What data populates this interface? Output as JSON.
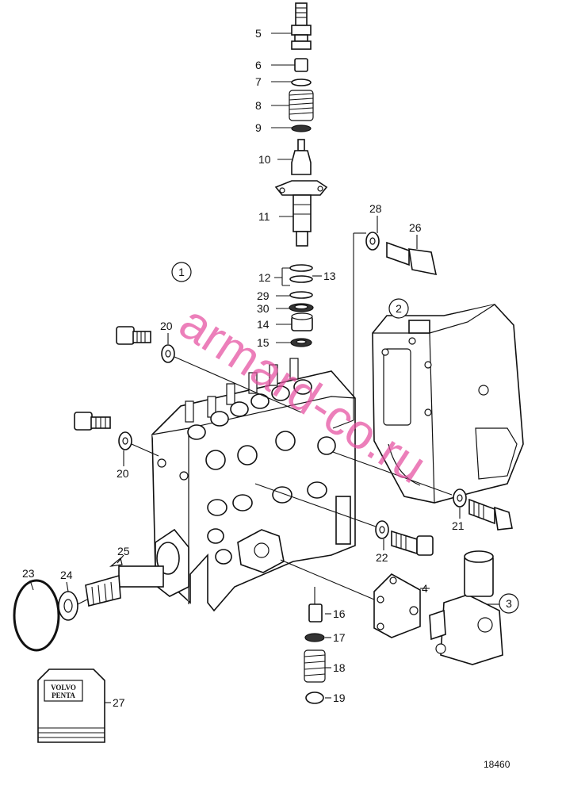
{
  "labels": {
    "p1": "1",
    "p2": "2",
    "p3": "3",
    "p4": "4",
    "p5": "5",
    "p6": "6",
    "p7": "7",
    "p8": "8",
    "p9": "9",
    "p10": "10",
    "p11": "11",
    "p12": "12",
    "p13": "13",
    "p14": "14",
    "p15": "15",
    "p16": "16",
    "p17": "17",
    "p18": "18",
    "p19": "19",
    "p20a": "20",
    "p20b": "20",
    "p21": "21",
    "p22": "22",
    "p23": "23",
    "p24": "24",
    "p25": "25",
    "p26": "26",
    "p27": "27",
    "p28": "28",
    "p29": "29",
    "p30": "30"
  },
  "manual_logo": {
    "line1": "VOLVO",
    "line2": "PENTA"
  },
  "watermark": "armard-co.ru",
  "document_number": "18460"
}
